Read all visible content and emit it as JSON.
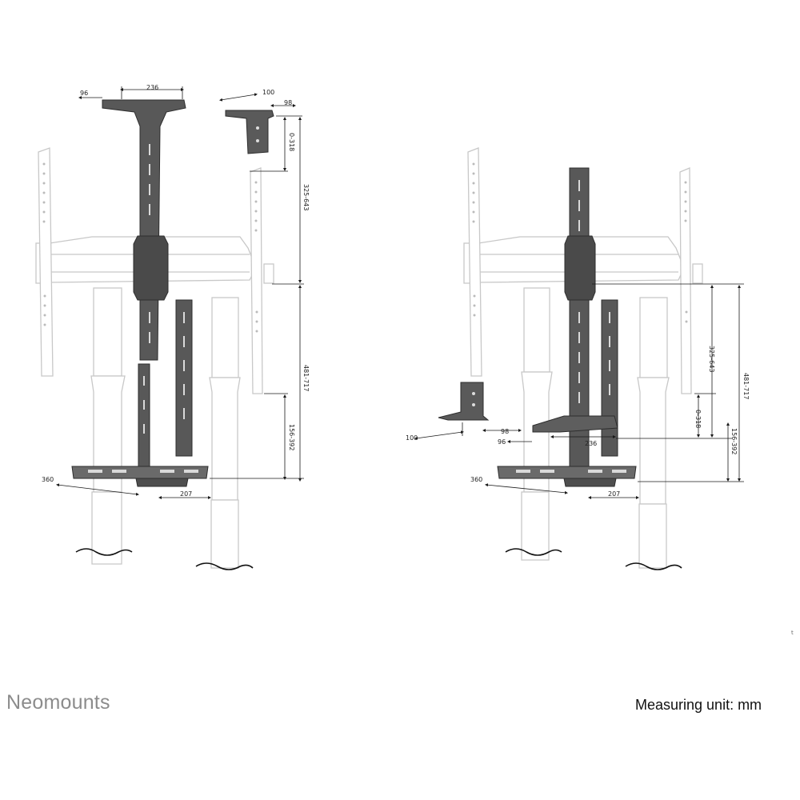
{
  "brand": {
    "name": "Neomounts"
  },
  "footer": {
    "unit_label": "Measuring unit: mm"
  },
  "corner_mark": "t",
  "colors": {
    "bracket": "#585858",
    "bracket_dark": "#3a3a3a",
    "ghost": "#d0d0d0",
    "line": "#1a1a1a"
  },
  "left_diagram": {
    "dims": {
      "top_left_width": "96",
      "top_width": "236",
      "side_bracket_width": "100",
      "side_bracket_depth": "98",
      "side_bracket_range": "0-318",
      "upper_range": "325-643",
      "lower_range": "481-717",
      "shelf_range": "156-392",
      "shelf_width": "360",
      "shelf_depth": "207"
    }
  },
  "right_diagram": {
    "dims": {
      "bracket_width": "100",
      "bracket_depth": "98",
      "top_left_width": "96",
      "top_width": "236",
      "upper_range": "325-643",
      "side_range": "0-318",
      "lower_range": "481-717",
      "shelf_range": "156-392",
      "shelf_width": "360",
      "shelf_depth": "207"
    }
  }
}
